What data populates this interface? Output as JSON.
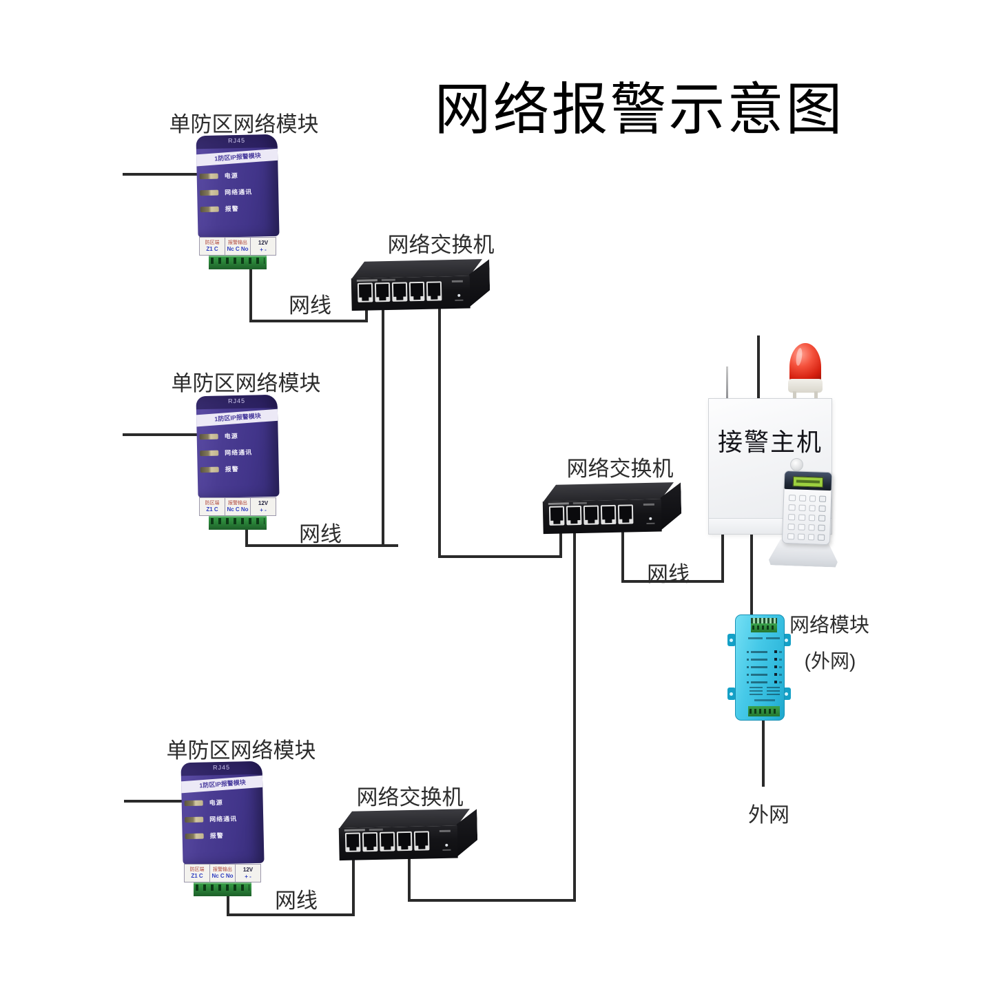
{
  "title": "网络报警示意图",
  "nodes": {
    "zone_module_label": "单防区网络模块",
    "switch_label": "网络交换机",
    "cable_label": "网线",
    "host_label": "接警主机",
    "net_module_label": "网络模块",
    "net_module_sub": "(外网)",
    "extranet_label": "外网"
  },
  "zone_module_device": {
    "top_port": "RJ45",
    "band": "1防区IP报警模块",
    "leds": [
      "电源",
      "网络通讯",
      "报警"
    ],
    "terminals": [
      {
        "name": "防区端",
        "pins": "Z1 C"
      },
      {
        "name": "报警输出",
        "pins": "Nc C No"
      },
      {
        "name": "12V",
        "pins": "+ -"
      }
    ]
  },
  "colors": {
    "line": "#2a2a2a",
    "zone_module_purple": "#483a8e",
    "switch_black": "#1a1a1d",
    "net_module_blue": "#3fc6e6",
    "beacon_red": "#d92a1b",
    "terminal_green": "#2e9040",
    "lcd_green": "#9ccf3f"
  }
}
